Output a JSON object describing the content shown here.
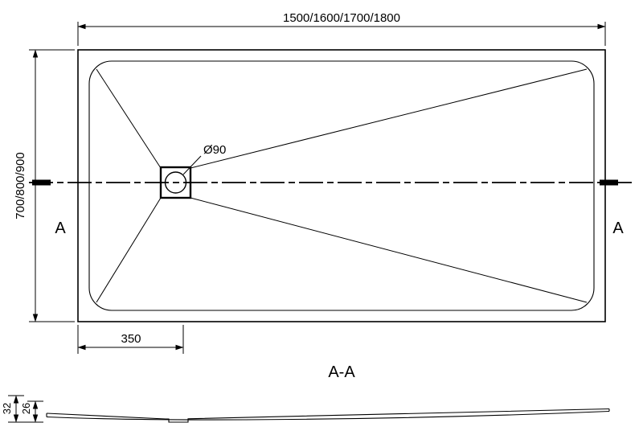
{
  "drawing": {
    "top_view": {
      "width_dim_label": "1500/1600/1700/1800",
      "depth_dim_label": "700/800/900",
      "drain_diameter_label": "Ø90",
      "drain_offset_label": "350",
      "section_marker_left": "A",
      "section_marker_right": "A"
    },
    "section_view": {
      "title": "A-A",
      "overall_height_label": "32",
      "edge_height_label": "26"
    }
  },
  "colors": {
    "line": "#000000",
    "background": "#ffffff"
  }
}
